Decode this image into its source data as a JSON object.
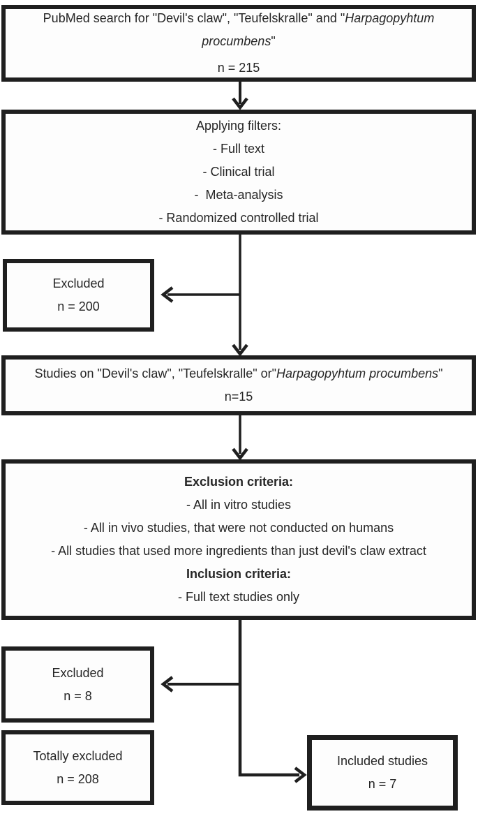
{
  "diagram": {
    "search_box": {
      "text_pre": "PubMed search for \"Devil's claw\", \"Teufelskralle\" and \"",
      "text_italic": "Harpagopyhtum procumbens",
      "text_post": "\"",
      "count": "n = 215"
    },
    "filters_box": {
      "heading": "Applying filters:",
      "items": [
        "- Full text",
        "- Clinical trial",
        "-  Meta-analysis",
        "- Randomized controlled trial"
      ]
    },
    "excluded_filters_box": {
      "label": "Excluded",
      "count": "n = 200"
    },
    "studies_box": {
      "text_pre": "Studies on \"Devil's claw\", \"Teufelskralle\" or\"",
      "text_italic": "Harpagopyhtum procumbens",
      "text_post": "\"",
      "count": "n=15"
    },
    "criteria_box": {
      "exclusion_heading": "Exclusion criteria:",
      "exclusion_items": [
        "- All in vitro studies",
        "- All in vivo studies, that were not conducted on humans",
        "- All studies that used more ingredients than just devil's claw extract"
      ],
      "inclusion_heading": "Inclusion criteria:",
      "inclusion_items": [
        "- Full text studies only"
      ]
    },
    "excluded_criteria_box": {
      "label": "Excluded",
      "count": "n = 8"
    },
    "totally_excluded_box": {
      "label": "Totally excluded",
      "count": "n = 208"
    },
    "included_box": {
      "label": "Included studies",
      "count": "n = 7"
    }
  },
  "colors": {
    "line": "#1f1f1f",
    "text": "#262626",
    "background": "#ffffff"
  }
}
